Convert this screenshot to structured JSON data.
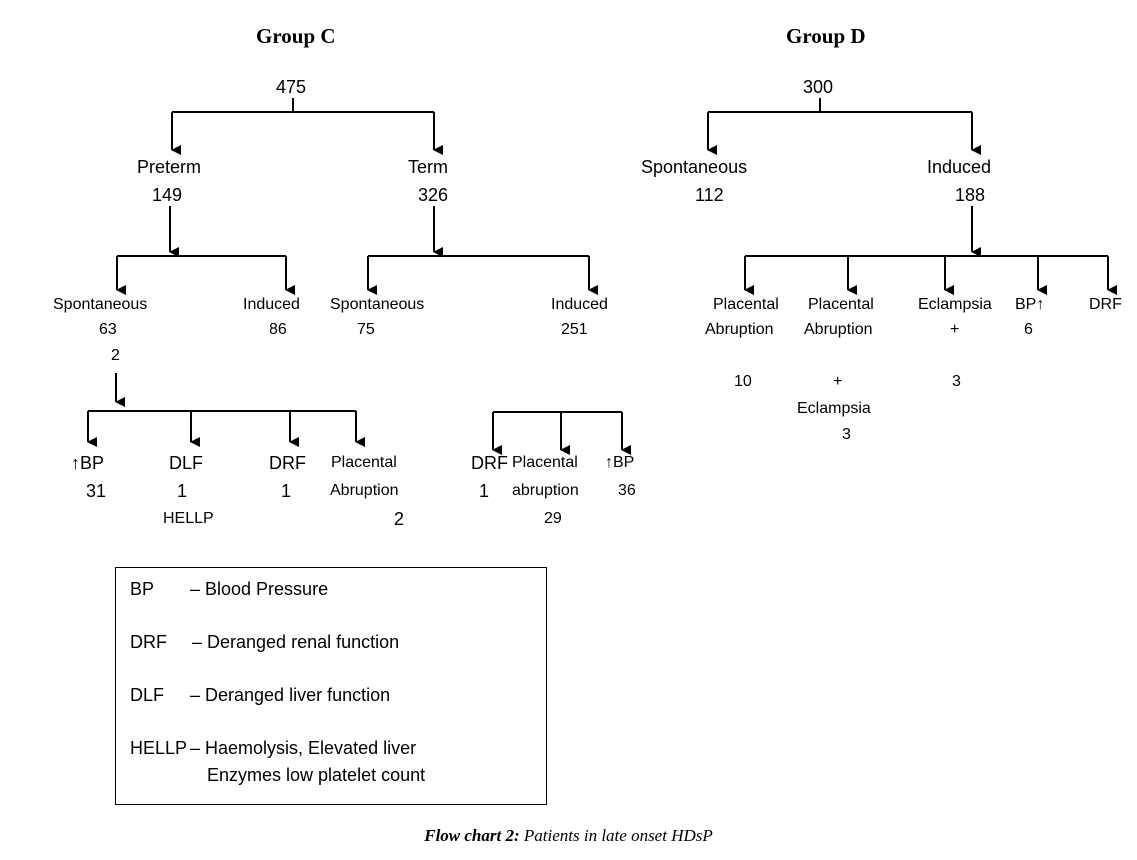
{
  "group_c": {
    "title": "Group C",
    "total": "475",
    "preterm": {
      "label": "Preterm",
      "count": "149"
    },
    "term": {
      "label": "Term",
      "count": "326"
    },
    "preterm_spontaneous": {
      "label": "Spontaneous",
      "count": "63",
      "sub": "2"
    },
    "preterm_induced": {
      "label": "Induced",
      "count": "86"
    },
    "term_spontaneous": {
      "label": "Spontaneous",
      "count": "75"
    },
    "term_induced": {
      "label": "Induced",
      "count": "251"
    },
    "preterm_outcomes": {
      "bp": {
        "label": "↑BP",
        "count": "31"
      },
      "dlf": {
        "label": "DLF",
        "count": "1",
        "note": "HELLP"
      },
      "drf": {
        "label": "DRF",
        "count": "1"
      },
      "abruption": {
        "label1": "Placental",
        "label2": "Abruption",
        "count": "2"
      }
    },
    "term_outcomes": {
      "drf": {
        "label": "DRF",
        "count": "1"
      },
      "abruption": {
        "label1": "Placental",
        "label2": "abruption",
        "count": "29"
      },
      "bp": {
        "label": "↑BP",
        "count": "36"
      }
    }
  },
  "group_d": {
    "title": "Group D",
    "total": "300",
    "spontaneous": {
      "label": "Spontaneous",
      "count": "112"
    },
    "induced": {
      "label": "Induced",
      "count": "188"
    },
    "outcomes": {
      "abruption1": {
        "label1": "Placental",
        "label2": "Abruption",
        "count": "10"
      },
      "abruption2": {
        "label1": "Placental",
        "label2": "Abruption",
        "plus": "+",
        "label3": "Eclampsia",
        "count": "3"
      },
      "eclampsia": {
        "label": "Eclampsia",
        "plus": "+",
        "count": "3"
      },
      "bp": {
        "label": "BP↑",
        "count": "6"
      },
      "drf": {
        "label": "DRF"
      }
    }
  },
  "legend": [
    {
      "abbr": "BP",
      "desc": "– Blood Pressure"
    },
    {
      "abbr": "DRF",
      "desc": "– Deranged renal function"
    },
    {
      "abbr": "DLF",
      "desc": "– Deranged liver function"
    },
    {
      "abbr": "HELLP",
      "desc": "– Haemolysis, Elevated liver",
      "desc2": "Enzymes low platelet count"
    }
  ],
  "caption": {
    "label": "Flow chart 2:",
    "text": " Patients in late onset HDsP"
  }
}
